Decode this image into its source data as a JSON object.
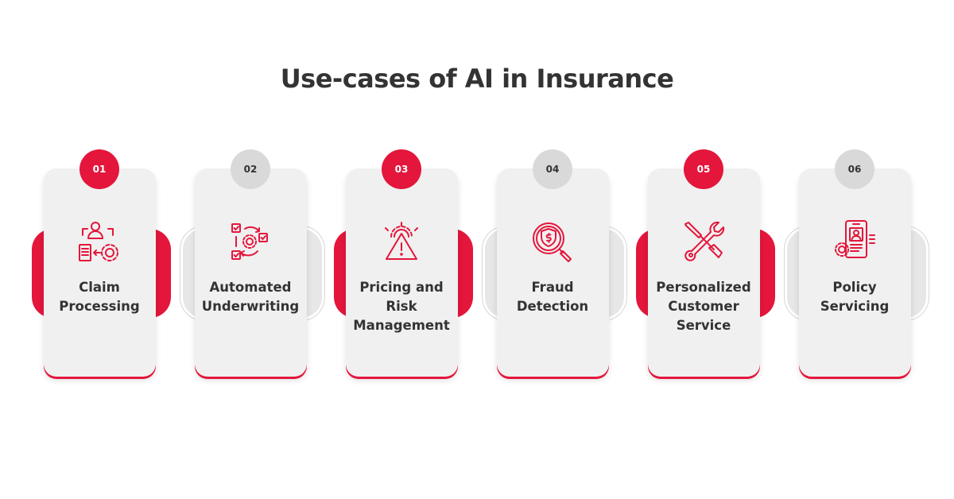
{
  "title": "Use-cases of AI in Insurance",
  "accent_color": "#e4163c",
  "cards": [
    {
      "number": "01",
      "label": "Claim\nProcessing",
      "icon": "claim-processing-icon",
      "style": "red"
    },
    {
      "number": "02",
      "label": "Automated\nUnderwriting",
      "icon": "underwriting-cycle-icon",
      "style": "gray"
    },
    {
      "number": "03",
      "label": "Pricing and\nRisk\nManagement",
      "icon": "warning-gear-icon",
      "style": "red"
    },
    {
      "number": "04",
      "label": "Fraud\nDetection",
      "icon": "shield-magnifier-icon",
      "style": "gray"
    },
    {
      "number": "05",
      "label": "Personalized\nCustomer\nService",
      "icon": "wrench-screwdriver-icon",
      "style": "red"
    },
    {
      "number": "06",
      "label": "Policy\nServicing",
      "icon": "mobile-gear-icon",
      "style": "gray"
    }
  ]
}
